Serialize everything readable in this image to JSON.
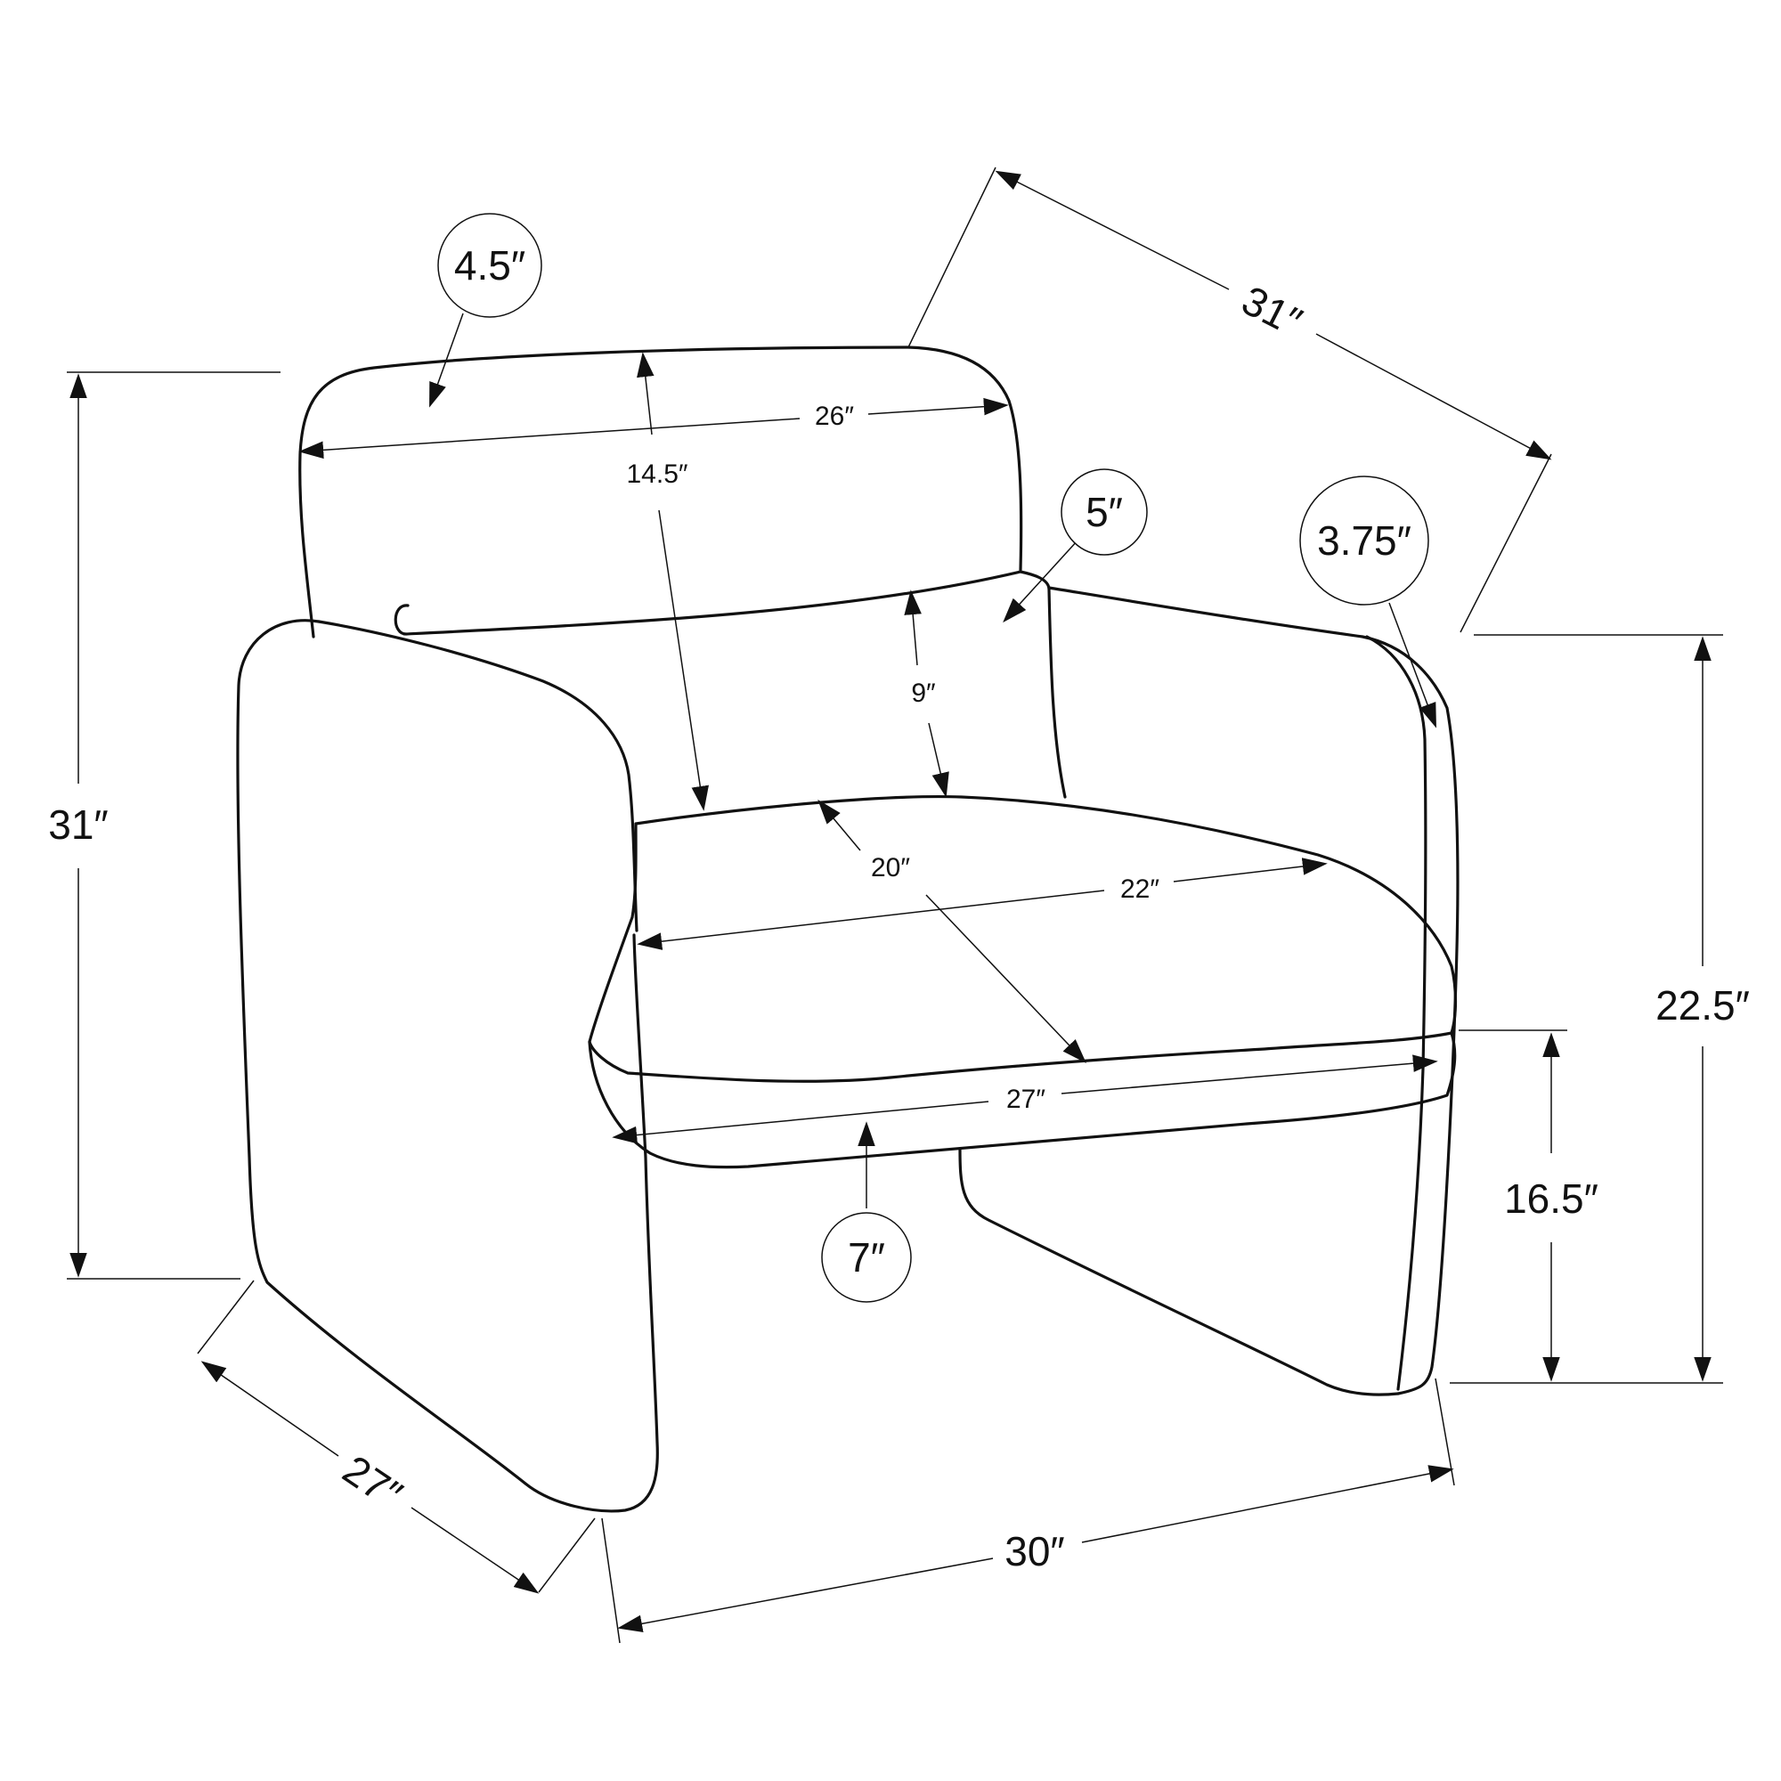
{
  "measurements": {
    "overall_height": "31″",
    "overall_depth_top": "31″",
    "arm_height": "22.5″",
    "seat_height": "16.5″",
    "overall_width": "30″",
    "side_depth": "27″",
    "backrest_width": "26″",
    "backrest_height": "14.5″",
    "pillow_height": "9″",
    "seat_depth": "20″",
    "seat_width": "22″",
    "seat_front_width": "27″"
  },
  "callouts": {
    "backrest_thickness": "4.5″",
    "pillow_thickness": "5″",
    "arm_thickness": "3.75″",
    "seat_thickness": "7″"
  }
}
